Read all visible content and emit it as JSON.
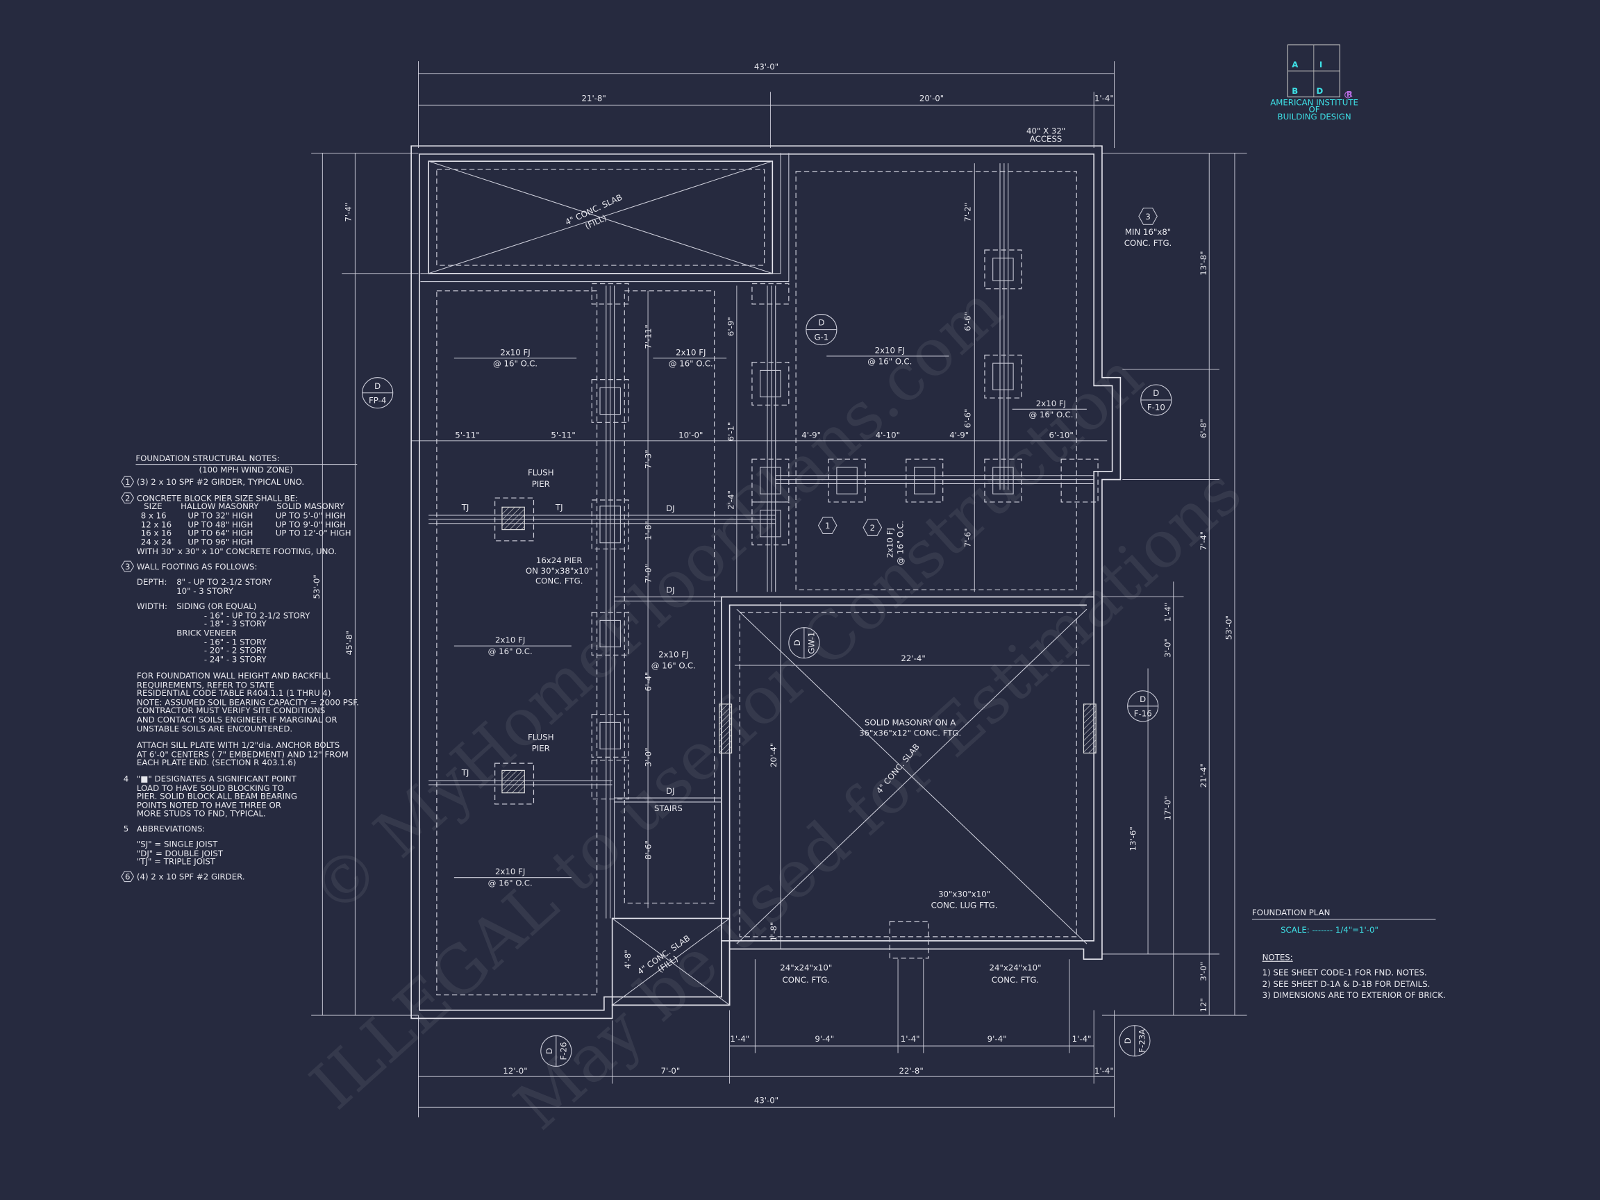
{
  "logo": {
    "letters": [
      "A",
      "I",
      "B",
      "D"
    ],
    "line1": "AMERICAN INSTITUTE",
    "line2": "OF",
    "line3": "BUILDING DESIGN",
    "registered": "R",
    "color": "#3ee0e6"
  },
  "watermark": [
    "© MyHomeFloorPlans.com",
    "ILLEGAL to use for Construction",
    "May be used for Estimations"
  ],
  "title": {
    "name": "FOUNDATION PLAN",
    "scale": "SCALE: ------- 1/4\"=1'-0\""
  },
  "sheet_notes": {
    "heading": "NOTES:",
    "items": [
      "1)  SEE SHEET CODE-1 FOR FND. NOTES.",
      "2)  SEE SHEET D-1A & D-1B FOR DETAILS.",
      "3)  DIMENSIONS ARE TO EXTERIOR OF BRICK."
    ]
  },
  "structural_notes": {
    "heading": "FOUNDATION STRUCTURAL NOTES:",
    "subheading": "(100 MPH WIND ZONE)",
    "n1": "(3) 2 x 10 SPF #2 GIRDER, TYPICAL UNO.",
    "n2": "CONCRETE BLOCK PIER SIZE SHALL BE:",
    "pier_table": {
      "headers": [
        "SIZE",
        "HALLOW MASONRY",
        "SOLID MASONRY"
      ],
      "rows": [
        [
          "8 x 16",
          "UP TO 32\" HIGH",
          "UP TO 5'-0\" HIGH"
        ],
        [
          "12 x 16",
          "UP TO 48\" HIGH",
          "UP TO 9'-0\" HIGH"
        ],
        [
          "16 x 16",
          "UP TO 64\" HIGH",
          "UP TO 12'-0\" HIGH"
        ],
        [
          "24 x 24",
          "UP TO 96\" HIGH",
          ""
        ]
      ],
      "footer": "WITH 30\" x 30\" x 10\" CONCRETE FOOTING, UNO."
    },
    "n3": "WALL FOOTING AS FOLLOWS:",
    "depth_label": "DEPTH:",
    "depth": [
      "8\" - UP TO 2-1/2 STORY",
      "10\" - 3 STORY"
    ],
    "width_label": "WIDTH:",
    "width": [
      "SIDING (OR EQUAL)",
      "- 16\" - UP TO 2-1/2 STORY",
      "- 18\" - 3 STORY",
      "BRICK VENEER",
      "- 16\" - 1 STORY",
      "- 20\" - 2 STORY",
      "- 24\" - 3 STORY"
    ],
    "para1": [
      "FOR FOUNDATION WALL HEIGHT AND BACKFILL",
      "REQUIREMENTS, REFER TO STATE",
      "RESIDENTIAL CODE TABLE R404.1.1 (1 THRU 4)",
      "NOTE: ASSUMED SOIL BEARING CAPACITY = 2000 PSF.",
      "CONTRACTOR MUST VERIFY SITE CONDITIONS",
      "AND CONTACT SOILS ENGINEER IF MARGINAL OR",
      "UNSTABLE SOILS ARE ENCOUNTERED."
    ],
    "para2": [
      "ATTACH SILL PLATE WITH 1/2\"dia. ANCHOR BOLTS",
      "AT 6'-0\" CENTERS ( 7\" EMBEDMENT) AND 12\" FROM",
      "EACH PLATE END. (SECTION R 403.1.6)"
    ],
    "n4_num": "4",
    "n4": [
      "\"■\" DESIGNATES A SIGNIFICANT POINT",
      "LOAD TO HAVE SOLID BLOCKING TO",
      "PIER. SOLID BLOCK ALL BEAM BEARING",
      "POINTS NOTED TO HAVE THREE OR",
      "MORE STUDS TO FND, TYPICAL."
    ],
    "n5_num": "5",
    "n5": "ABBREVIATIONS:",
    "abbr": [
      "\"SJ\" = SINGLE JOIST",
      "\"DJ\" = DOUBLE JOIST",
      "\"TJ\" = TRIPLE JOIST"
    ],
    "n6": "(4) 2 x 10 SPF #2 GIRDER."
  },
  "tags": [
    "1",
    "2",
    "3",
    "6"
  ],
  "dims": {
    "overall_w": "43'-0\"",
    "top": [
      "21'-8\"",
      "20'-0\"",
      "1'-4\""
    ],
    "bottom": [
      "12'-0\"",
      "7'-0\"",
      "22'-8\"",
      "1'-4\""
    ],
    "bottom2": [
      "1'-4\"",
      "9'-4\"",
      "1'-4\"",
      "9'-4\"",
      "1'-4\""
    ],
    "overall_h": "53'-0\"",
    "left": [
      "45'-8\"",
      "7'-4\""
    ],
    "right": [
      "13'-8\"",
      "6'-8\"",
      "7'-4\"",
      "21'-4\"",
      "3'-0\"",
      "12\"",
      "1'-4\"",
      "3'-0\"",
      "17'-0\"",
      "13'-6\""
    ],
    "mid_row": [
      "5'-11\"",
      "5'-11\"",
      "10'-0\"",
      "4'-9\"",
      "4'-10\"",
      "4'-9\"",
      "6'-10\""
    ],
    "vert": [
      "7'-11\"",
      "6'-9\"",
      "6'-1\"",
      "7'-3\"",
      "2'-4\"",
      "1'-8\"",
      "7'-0\"",
      "6'-4\"",
      "3'-0\"",
      "8'-6\"",
      "7'-2\"",
      "6'-6\"",
      "6'-6\"",
      "7'-6\"",
      "20'-4\"",
      "1'-8\"",
      "4'-8\""
    ],
    "garage_w": "22'-4\""
  },
  "plan": {
    "fj1": "2x10 FJ",
    "fj2": "@ 16\" O.C.",
    "slab": "4\" CONC. SLAB",
    "fill": "(FILL)",
    "flush1": "FLUSH",
    "flush2": "PIER",
    "tj": "TJ",
    "dj": "DJ",
    "pier": [
      "16x24 PIER",
      "ON 30\"x38\"x10\"",
      "CONC. FTG."
    ],
    "stairs": "STAIRS",
    "solid": [
      "SOLID MASONRY ON A",
      "36\"x36\"x12\" CONC. FTG."
    ],
    "lug": [
      "30\"x30\"x10\"",
      "CONC. LUG FTG."
    ],
    "ftg24": [
      "24\"x24\"x10\"",
      "CONC. FTG."
    ],
    "minftg": [
      "MIN 16\"x8\"",
      "CONC. FTG."
    ],
    "access": [
      "40\" X 32\"",
      "ACCESS"
    ]
  },
  "details": [
    {
      "top": "D",
      "bottom": "FP-4"
    },
    {
      "top": "D",
      "bottom": "G-1"
    },
    {
      "top": "D",
      "bottom": "F-10"
    },
    {
      "top": "D",
      "bottom": "GW-1"
    },
    {
      "top": "D",
      "bottom": "F-16"
    },
    {
      "top": "D",
      "bottom": "F-26"
    },
    {
      "top": "D",
      "bottom": "F-23A"
    }
  ]
}
